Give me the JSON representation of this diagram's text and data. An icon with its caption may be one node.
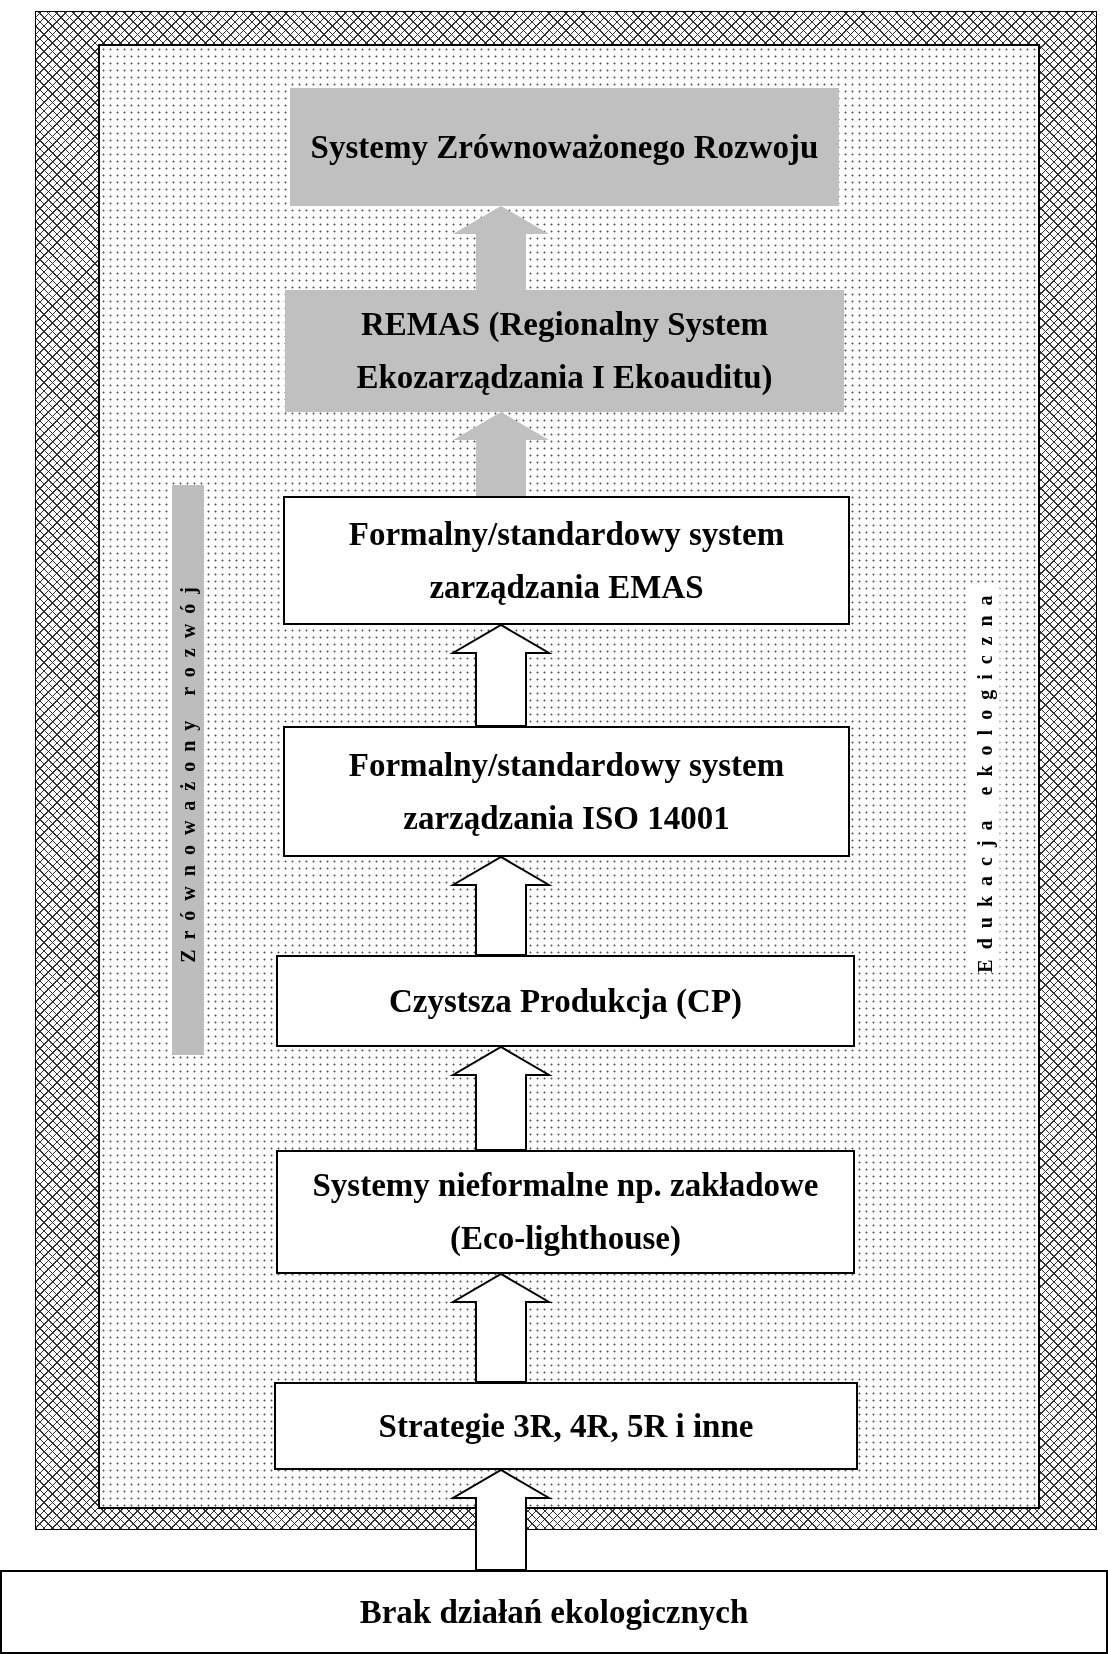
{
  "diagram": {
    "nodes": [
      {
        "text": [
          "Systemy Zrównoważonego Rozwoju"
        ]
      },
      {
        "text": [
          "REMAS (Regionalny System Ekozarządzania I Ekoauditu)"
        ]
      },
      {
        "text": [
          "Formalny/standardowy system zarządzania EMAS"
        ]
      },
      {
        "text": [
          "Formalny/standardowy system zarządzania ISO 14001"
        ]
      },
      {
        "text": [
          "Czystsza Produkcja (CP)"
        ]
      },
      {
        "text": [
          "Systemy nieformalne np. zakładowe (Eco-lighthouse)"
        ]
      },
      {
        "text": [
          "Strategie 3R, 4R, 5R i inne"
        ]
      },
      {
        "text": [
          "Brak działań ekologicznych"
        ]
      }
    ],
    "edges": [
      {
        "from": 7,
        "to": 6,
        "arrow": "to"
      },
      {
        "from": 6,
        "to": 5,
        "arrow": "to"
      },
      {
        "from": 5,
        "to": 4,
        "arrow": "to"
      },
      {
        "from": 4,
        "to": 3,
        "arrow": "to"
      },
      {
        "from": 3,
        "to": 2,
        "arrow": "to"
      },
      {
        "from": 2,
        "to": 1,
        "arrow": "to",
        "color": "#c0c0c0"
      },
      {
        "from": 1,
        "to": 0,
        "arrow": "to",
        "color": "#c0c0c0"
      }
    ],
    "labels": [
      "Zrównoważony rozwój",
      "Edukacja ekologiczna"
    ]
  }
}
